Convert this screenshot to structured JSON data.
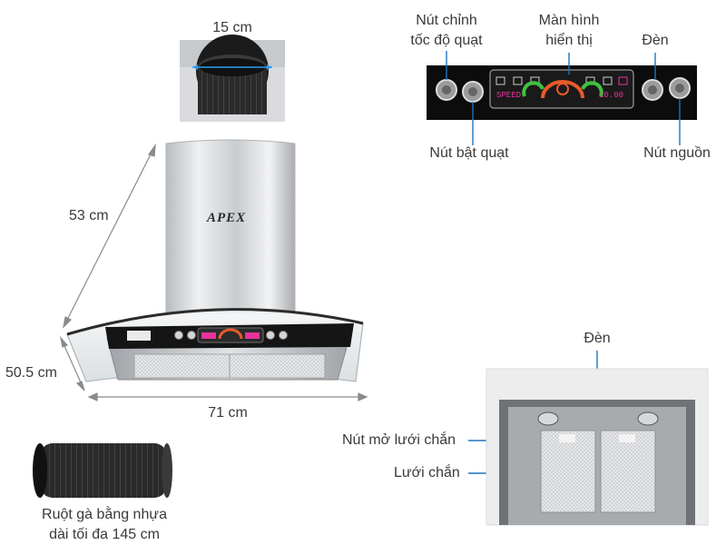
{
  "labels": {
    "top_width": "15 cm",
    "height": "53 cm",
    "depth": "50.5 cm",
    "width": "71 cm",
    "fan_speed_line1": "Nút chỉnh",
    "fan_speed_line2": "tốc độ quạt",
    "display_line1": "Màn hình",
    "display_line2": "hiển thị",
    "light_top": "Đèn",
    "fan_on": "Nút bật quạt",
    "power": "Nút nguồn",
    "duct_line1": "Ruột gà bằng nhựa",
    "duct_line2": "dài tối đa 145 cm",
    "bottom_light": "Đèn",
    "filter_release": "Nút mở lưới chắn",
    "filter": "Lưới chắn"
  },
  "brand": "APEX",
  "panel": {
    "left_readout": "SPEED",
    "right_readout": "10.00"
  },
  "colors": {
    "accent_line": "#1e73be",
    "dimension_line": "#8a8a8a",
    "display_pink": "#e8329a"
  }
}
